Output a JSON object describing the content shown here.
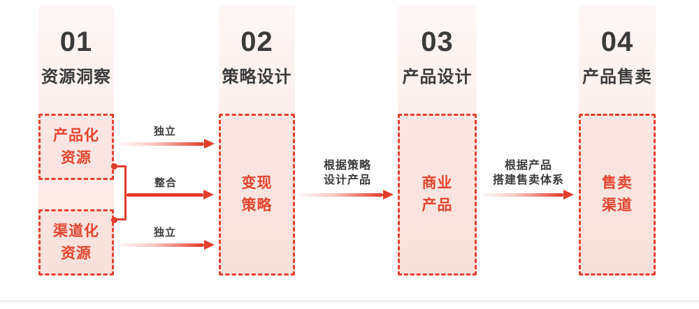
{
  "diagram": {
    "columns": [
      {
        "number": "01",
        "title": "资源洞察"
      },
      {
        "number": "02",
        "title": "策略设计"
      },
      {
        "number": "03",
        "title": "产品设计"
      },
      {
        "number": "04",
        "title": "产品售卖"
      }
    ],
    "boxes": {
      "productized_resources": {
        "line1": "产品化",
        "line2": "资源"
      },
      "channelized_resources": {
        "line1": "渠道化",
        "line2": "资源"
      },
      "monetization_strategy": {
        "line1": "变现",
        "line2": "策略"
      },
      "commercial_product": {
        "line1": "商业",
        "line2": "产品"
      },
      "sales_channel": {
        "line1": "售卖",
        "line2": "渠道"
      }
    },
    "arrow_labels": {
      "independent_top": "独立",
      "integrate": "整合",
      "independent_bottom": "独立",
      "strategy_to_product": {
        "line1": "根据策略",
        "line2": "设计产品"
      },
      "product_to_sales": {
        "line1": "根据产品",
        "line2": "搭建售卖体系"
      }
    },
    "colors": {
      "accent_red": "#e23c2b",
      "dashed_border_red": "#e5402e",
      "box_text_red": "#e2452f",
      "heading_text": "#3b3b3b",
      "strip_gradient_top": "#fdf7f5",
      "strip_gradient_bottom": "#fae8e4",
      "divider_gray": "#ededed"
    }
  }
}
